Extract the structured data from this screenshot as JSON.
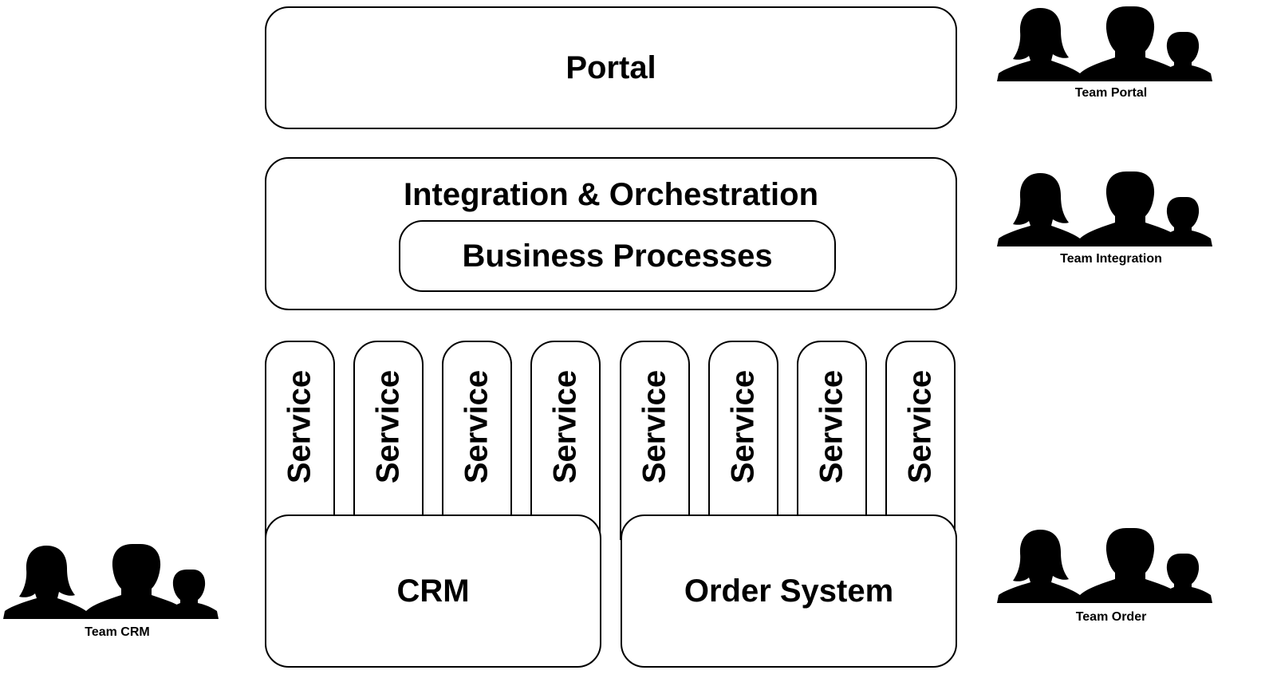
{
  "layers": {
    "portal": "Portal",
    "integration": "Integration & Orchestration",
    "business_processes": "Business Processes",
    "services": [
      "Service",
      "Service",
      "Service",
      "Service",
      "Service",
      "Service",
      "Service",
      "Service"
    ],
    "crm": "CRM",
    "order_system": "Order System"
  },
  "teams": {
    "portal": "Team Portal",
    "integration": "Team Integration",
    "crm": "Team CRM",
    "order": "Team Order"
  },
  "icons": {
    "team": "people-group-icon"
  }
}
